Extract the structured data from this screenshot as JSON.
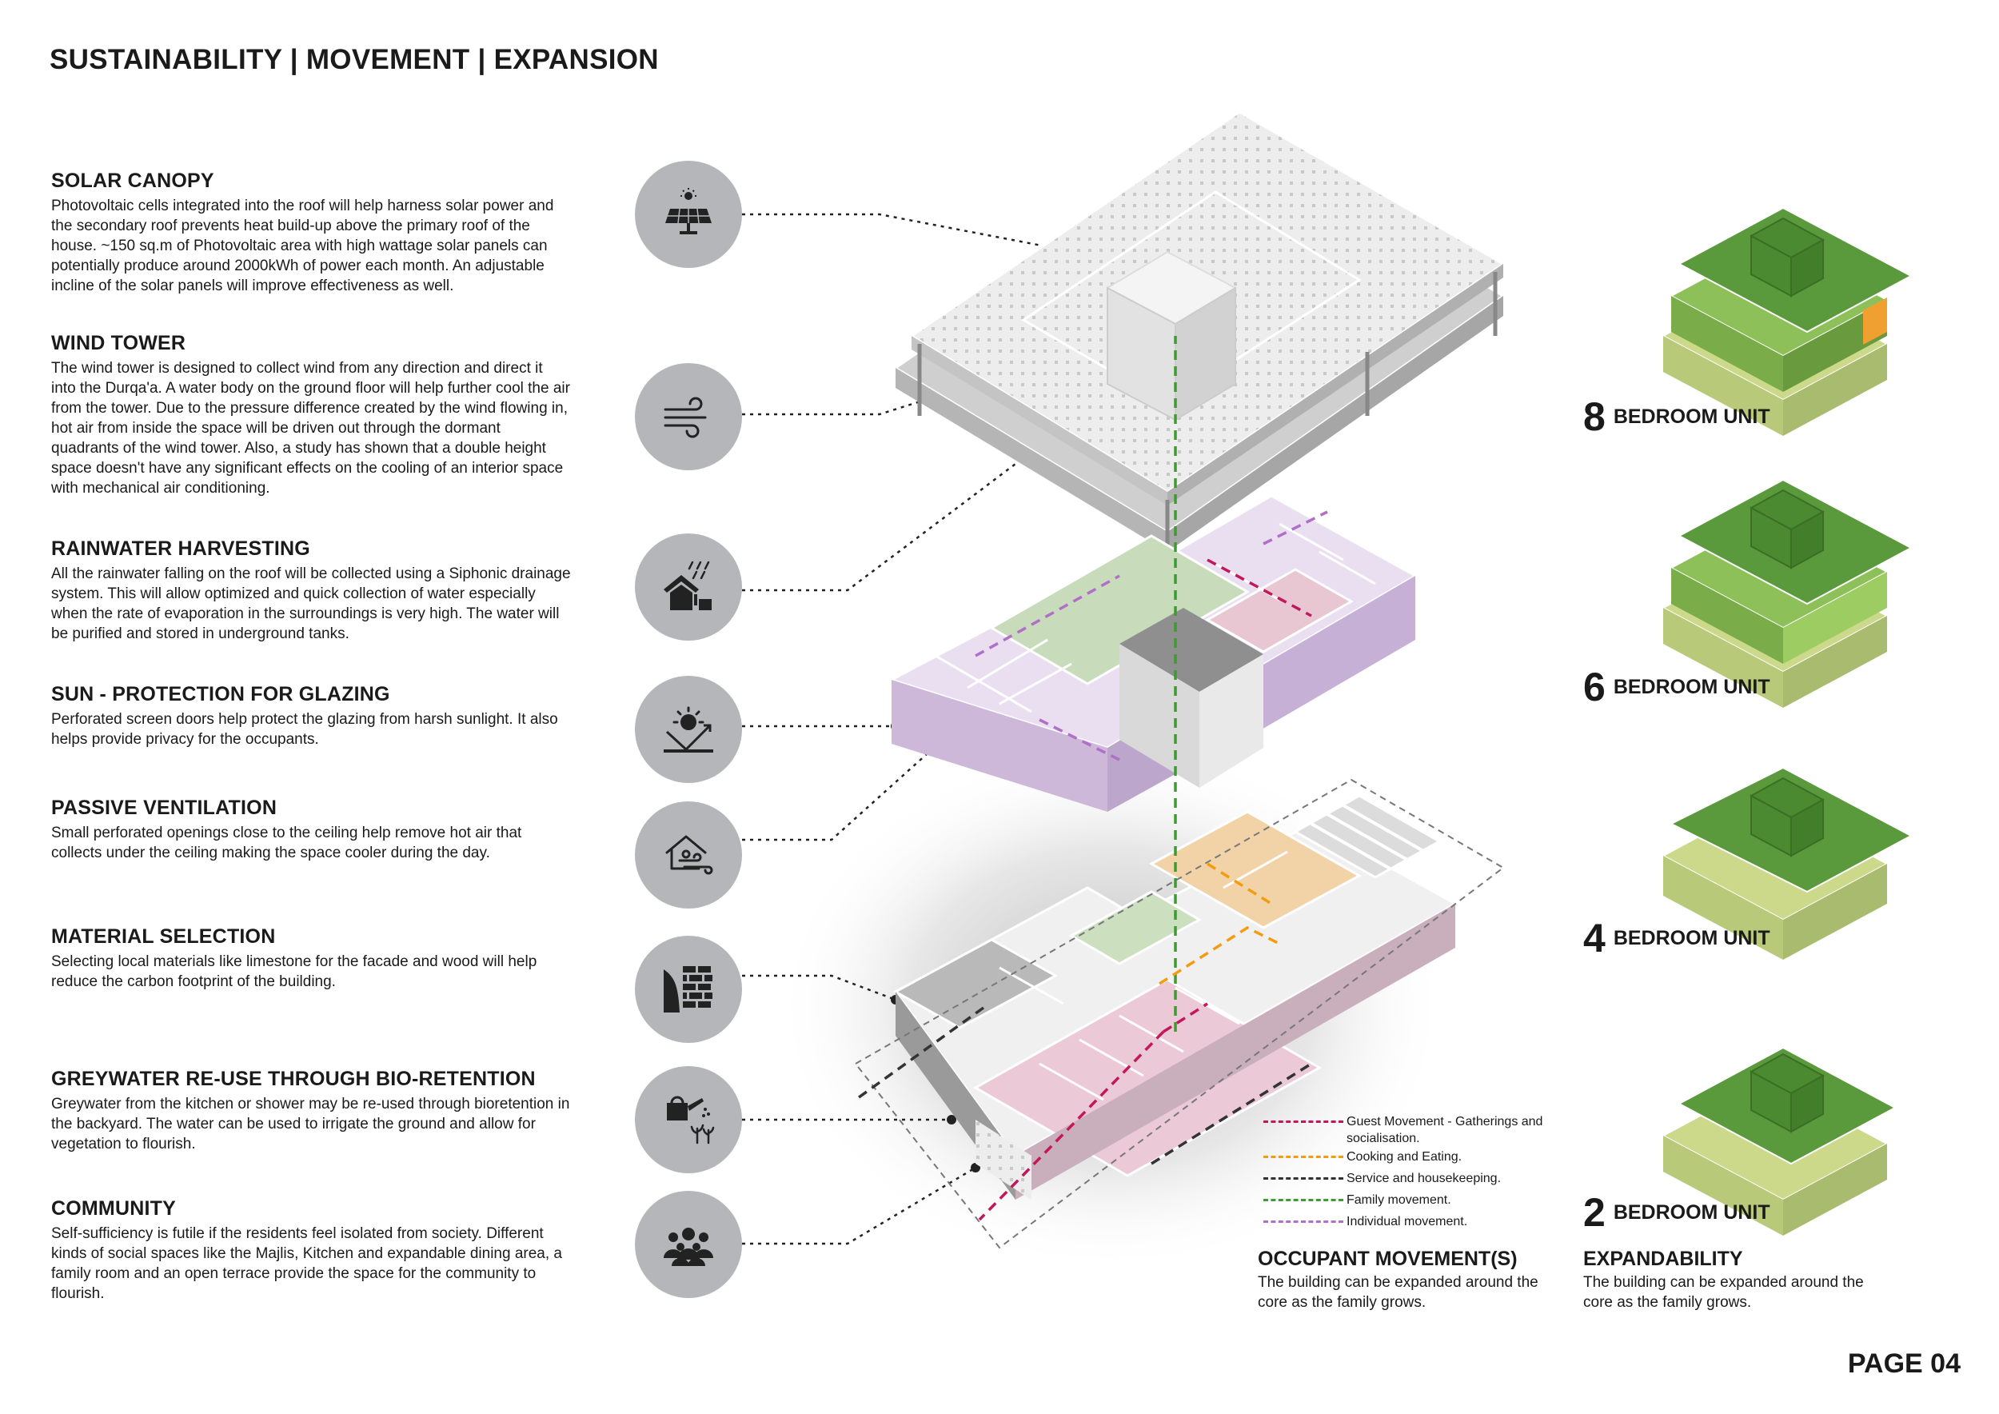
{
  "page": {
    "title": "SUSTAINABILITY | MOVEMENT | EXPANSION",
    "page_number": "PAGE 04"
  },
  "sections": [
    {
      "title": "SOLAR CANOPY",
      "icon": "solar-panel-icon",
      "body": "Photovoltaic cells integrated into the roof will help harness solar power and the secondary roof prevents heat build-up above the primary roof of the house. ~150 sq.m of Photovoltaic area with high wattage solar panels can potentially produce around 2000kWh of power each month. An adjustable incline of the solar panels will improve effectiveness as well."
    },
    {
      "title": "WIND TOWER",
      "icon": "wind-icon",
      "body": "The wind tower is designed to collect wind from any direction and direct it into the Durqa'a. A water body on the ground floor will help further cool the air from the tower. Due to the pressure difference created by the wind flowing in, hot air from inside the space will be driven out through the dormant quadrants of the wind tower. Also, a study has shown that a double height space doesn't have any significant effects on the cooling of an interior space with mechanical air conditioning."
    },
    {
      "title": "RAINWATER HARVESTING",
      "icon": "rain-house-icon",
      "body": "All the rainwater falling on the roof will be collected using a Siphonic drainage system. This will allow optimized and quick collection of water especially when the rate of evaporation in the surroundings is very high. The water will be purified and stored in underground tanks."
    },
    {
      "title": "SUN - PROTECTION FOR GLAZING",
      "icon": "sun-reflection-icon",
      "body": "Perforated screen doors help protect the glazing from harsh sunlight. It also helps provide privacy for the occupants."
    },
    {
      "title": "PASSIVE VENTILATION",
      "icon": "ventilation-house-icon",
      "body": "Small perforated openings close to the ceiling help remove hot air that collects under the ceiling making the space cooler during the day."
    },
    {
      "title": "MATERIAL SELECTION",
      "icon": "brick-wall-icon",
      "body": "Selecting local materials like limestone for the facade and wood will help reduce the carbon footprint of the building."
    },
    {
      "title": "GREYWATER RE-USE THROUGH BIO-RETENTION",
      "icon": "watering-can-icon",
      "body": "Greywater from the kitchen or shower may be re-used through bioretention in the backyard. The water can be used to irrigate the ground and allow for vegetation to flourish."
    },
    {
      "title": "COMMUNITY",
      "icon": "community-people-icon",
      "body": "Self-sufficiency is futile if the residents feel isolated from society. Different kinds of social spaces like the Majlis, Kitchen and expandable dining area, a family room and an open terrace provide the space for the community to flourish."
    }
  ],
  "legend": [
    {
      "label": "Guest Movement - Gatherings and socialisation.",
      "color": "#c2185b"
    },
    {
      "label": "Cooking and Eating.",
      "color": "#f39c12"
    },
    {
      "label": "Service and housekeeping.",
      "color": "#333333"
    },
    {
      "label": "Family movement.",
      "color": "#3e9b34"
    },
    {
      "label": "Individual movement.",
      "color": "#b070c8"
    }
  ],
  "occupant_movement": {
    "title": "OCCUPANT MOVEMENT(S)",
    "body": "The building can be expanded around the core as the family grows."
  },
  "expandability": {
    "title": "EXPANDABILITY",
    "body": "The building can be expanded around the core as the family grows."
  },
  "units": [
    {
      "number": "8",
      "label": "BEDROOM UNIT"
    },
    {
      "number": "6",
      "label": "BEDROOM UNIT"
    },
    {
      "number": "4",
      "label": "BEDROOM UNIT"
    },
    {
      "number": "2",
      "label": "BEDROOM UNIT"
    }
  ],
  "colors": {
    "roof": "#e9e9e9",
    "first_floor": "#d9c9e3",
    "ground_pink": "#e7c3d2",
    "ground_orange": "#efd0a4",
    "ground_green": "#c6dcb8",
    "unit_dark_green": "#5a9a3c",
    "unit_mid_green": "#8ec05a",
    "unit_light_green": "#ccd98a",
    "unit_orange": "#f0a030"
  }
}
